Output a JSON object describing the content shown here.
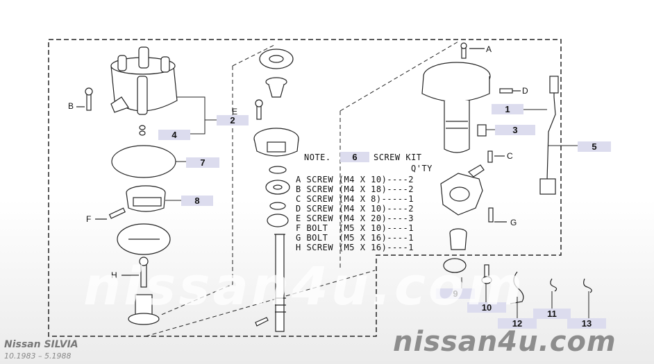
{
  "watermark": "nissan4u.com",
  "model": "Nissan SILVIA",
  "years": "10.1983 – 5.1988",
  "part_labels": [
    "1",
    "2",
    "3",
    "4",
    "5",
    "6",
    "7",
    "8",
    "9",
    "10",
    "11",
    "12",
    "13"
  ],
  "fastener_letters": [
    "A",
    "B",
    "C",
    "D",
    "E",
    "F",
    "G",
    "H"
  ],
  "note": {
    "prefix": "NOTE.",
    "suffix": "SCREW KIT",
    "qty_header": "Q'TY",
    "lines": [
      "A SCREW (M4 X 10)----2",
      "B SCREW (M4 X 18)----2",
      "C SCREW (M4 X 8)-----1",
      "D SCREW (M4 X 10)----2",
      "E SCREW (M4 X 20)----3",
      "F BOLT  (M5 X 10)----1",
      "G BOLT  (M5 X 16)----1",
      "H SCREW (M5 X 16)----1"
    ]
  }
}
